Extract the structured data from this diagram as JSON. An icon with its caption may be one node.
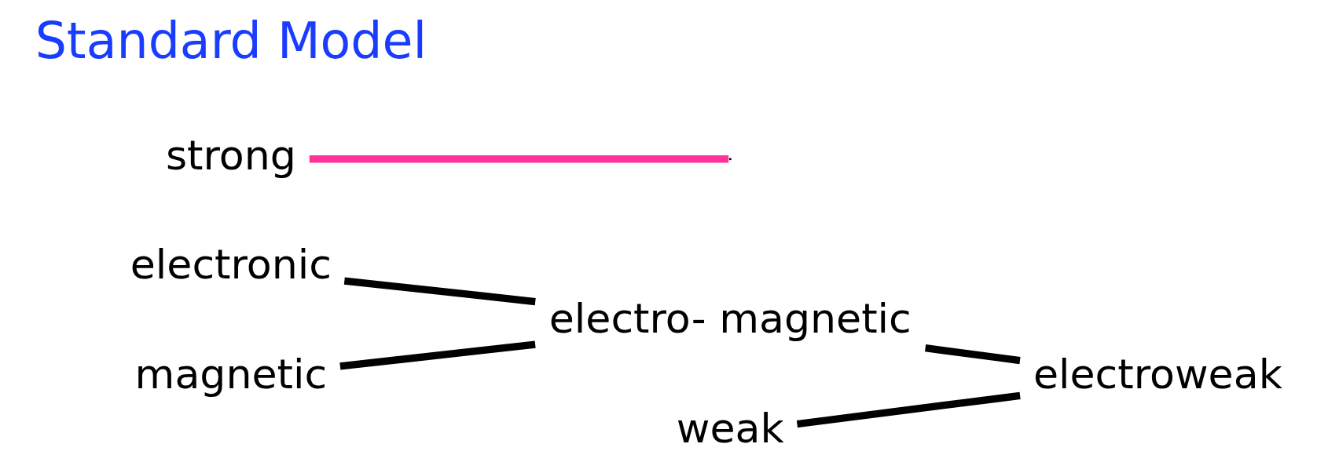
{
  "diagram": {
    "nodes": [
      {
        "text": [
          "electronic"
        ]
      },
      {
        "text": [
          "magnetic"
        ]
      },
      {
        "text": [
          "electro- magnetic"
        ]
      },
      {
        "text": [
          "weak"
        ]
      },
      {
        "text": [
          "electroweak"
        ]
      },
      {
        "text": [
          "strong"
        ]
      }
    ],
    "edges": [
      {
        "from": 0,
        "to": 2,
        "arrow": "none"
      },
      {
        "from": 1,
        "to": 2,
        "arrow": "none"
      },
      {
        "from": 2,
        "to": 4,
        "arrow": "none"
      },
      {
        "from": 3,
        "to": 4,
        "arrow": "none"
      },
      {
        "from": 5,
        "to": null,
        "arrow": "none",
        "color": "#ff3399"
      }
    ],
    "labels": [
      "Standard Model"
    ]
  }
}
